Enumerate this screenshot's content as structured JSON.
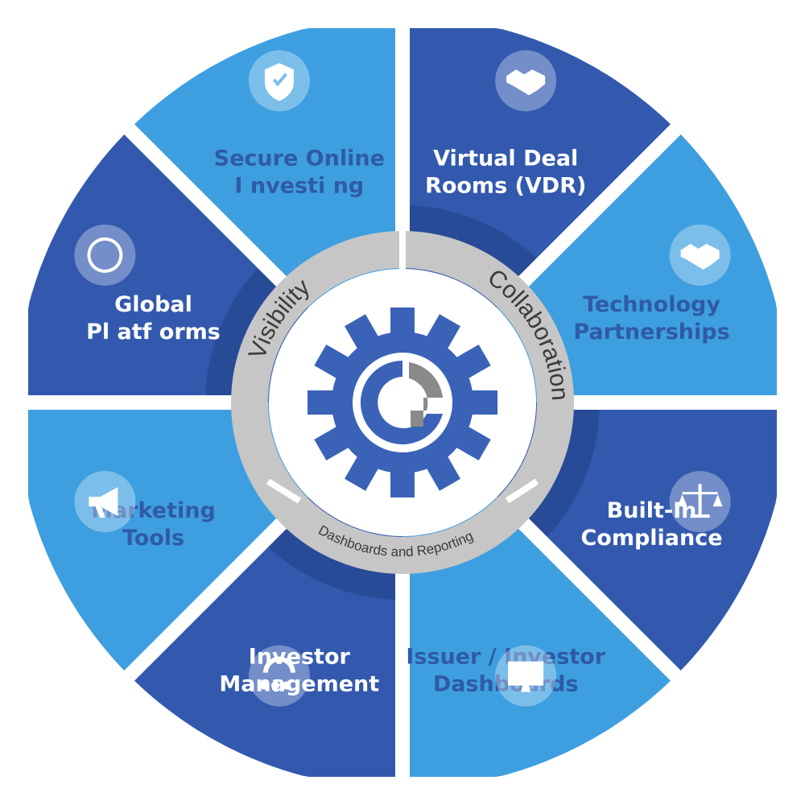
{
  "segments": [
    {
      "id": "secure-online-investing",
      "lines": [
        "Secure Online",
        "I nvesti ng"
      ],
      "icon": "shield-check-icon",
      "tone": "light"
    },
    {
      "id": "virtual-deal-rooms",
      "lines": [
        "Virtual Deal",
        "Rooms (VDR)"
      ],
      "icon": "handshake-icon",
      "tone": "dark"
    },
    {
      "id": "technology-partnerships",
      "lines": [
        "Technology",
        "Partnerships"
      ],
      "icon": "handshake-icon",
      "tone": "light"
    },
    {
      "id": "built-in-compliance",
      "lines": [
        "Built-In",
        "Compliance"
      ],
      "icon": "scales-icon",
      "tone": "dark"
    },
    {
      "id": "issuer-investor-dashboards",
      "lines": [
        "Issuer / Investor",
        "Dashboards"
      ],
      "icon": "dashboard-monitor-icon",
      "tone": "light"
    },
    {
      "id": "investor-management",
      "lines": [
        "Investor",
        "Management"
      ],
      "icon": "people-gear-icon",
      "tone": "dark"
    },
    {
      "id": "marketing-tools",
      "lines": [
        "Marketing",
        "Tools"
      ],
      "icon": "megaphone-icon",
      "tone": "light"
    },
    {
      "id": "global-platforms",
      "lines": [
        "Global",
        "Pl atf orms"
      ],
      "icon": "globe-icon",
      "tone": "dark"
    }
  ],
  "ring": {
    "visibility": "Visibility",
    "collaboration": "Collaboration",
    "dashboards": "Dashboards and Reporting"
  },
  "colors": {
    "dark": "#3259ae",
    "light": "#3e9fe0",
    "dark_inner": "#284b98",
    "ring": "#c6c6c6",
    "gear": "#3a63b8",
    "gear_gray": "#8a8a8a"
  },
  "center": {
    "icon": "gear-logo-icon"
  }
}
